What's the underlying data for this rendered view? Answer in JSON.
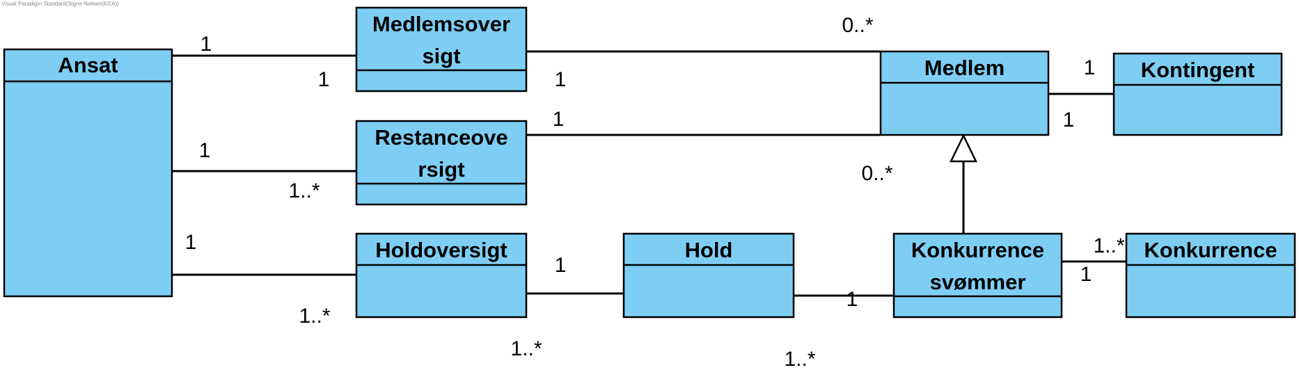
{
  "watermark": "Visual Paradigm Standard(Signe Nielsen(KEA))",
  "colors": {
    "class_fill": "#7ecef4",
    "stroke": "#000000",
    "text": "#000000"
  },
  "classes": {
    "ansat": [
      "Ansat"
    ],
    "medlemsoversigt": [
      "Medlemsover",
      "sigt"
    ],
    "restanceoversigt": [
      "Restanceove",
      "rsigt"
    ],
    "holdoversigt": [
      "Holdoversigt"
    ],
    "hold": [
      "Hold"
    ],
    "medlem": [
      "Medlem"
    ],
    "kontingent": [
      "Kontingent"
    ],
    "konkurrencesvommer": [
      "Konkurrence",
      "svømmer"
    ],
    "konkurrence": [
      "Konkurrence"
    ]
  },
  "multiplicities": {
    "ansat_medlemsoversigt_a": "1",
    "ansat_medlemsoversigt_b": "1",
    "ansat_restanceoversigt_a": "1",
    "ansat_restanceoversigt_b": "1..*",
    "ansat_holdoversigt_a": "1",
    "ansat_holdoversigt_b": "1..*",
    "medlemsoversigt_medlem_a": "1",
    "medlemsoversigt_medlem_b": "0..*",
    "restanceoversigt_medlem_a": "1",
    "restanceoversigt_medlem_b": "0..*",
    "medlem_kontingent_a": "1",
    "medlem_kontingent_b": "1",
    "holdoversigt_hold_a": "1",
    "holdoversigt_hold_b": "1..*",
    "hold_svommer_a": "1..*",
    "hold_svommer_b": "1",
    "svommer_konkurrence_a": "1..*",
    "svommer_konkurrence_b": "1"
  }
}
